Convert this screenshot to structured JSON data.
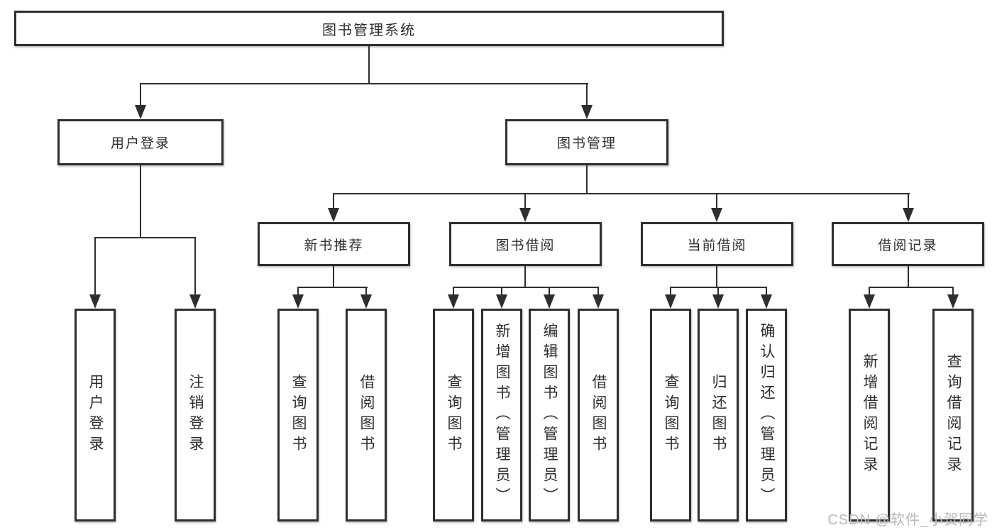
{
  "diagram": {
    "root": {
      "label": "图书管理系统"
    },
    "branches": [
      {
        "label": "用户登录",
        "children": [
          {
            "label": "用户登录"
          },
          {
            "label": "注销登录"
          }
        ]
      },
      {
        "label": "图书管理",
        "children": [
          {
            "label": "新书推荐",
            "children": [
              {
                "label": "查询图书"
              },
              {
                "label": "借阅图书"
              }
            ]
          },
          {
            "label": "图书借阅",
            "children": [
              {
                "label": "查询图书"
              },
              {
                "label": "新增图书（管理员）"
              },
              {
                "label": "编辑图书（管理员）"
              },
              {
                "label": "借阅图书"
              }
            ]
          },
          {
            "label": "当前借阅",
            "children": [
              {
                "label": "查询图书"
              },
              {
                "label": "归还图书"
              },
              {
                "label": "确认归还（管理员）"
              }
            ]
          },
          {
            "label": "借阅记录",
            "children": [
              {
                "label": "新增借阅记录"
              },
              {
                "label": "查询借阅记录"
              }
            ]
          }
        ]
      }
    ]
  },
  "watermark": {
    "text": "CSDN @软件_小贺同学"
  },
  "colors": {
    "line": "#2e2e2e",
    "text": "#2d2d2d",
    "watermark": "#b9b9b9",
    "box_bg": "#ffffff",
    "page_bg": "#ffffff"
  }
}
